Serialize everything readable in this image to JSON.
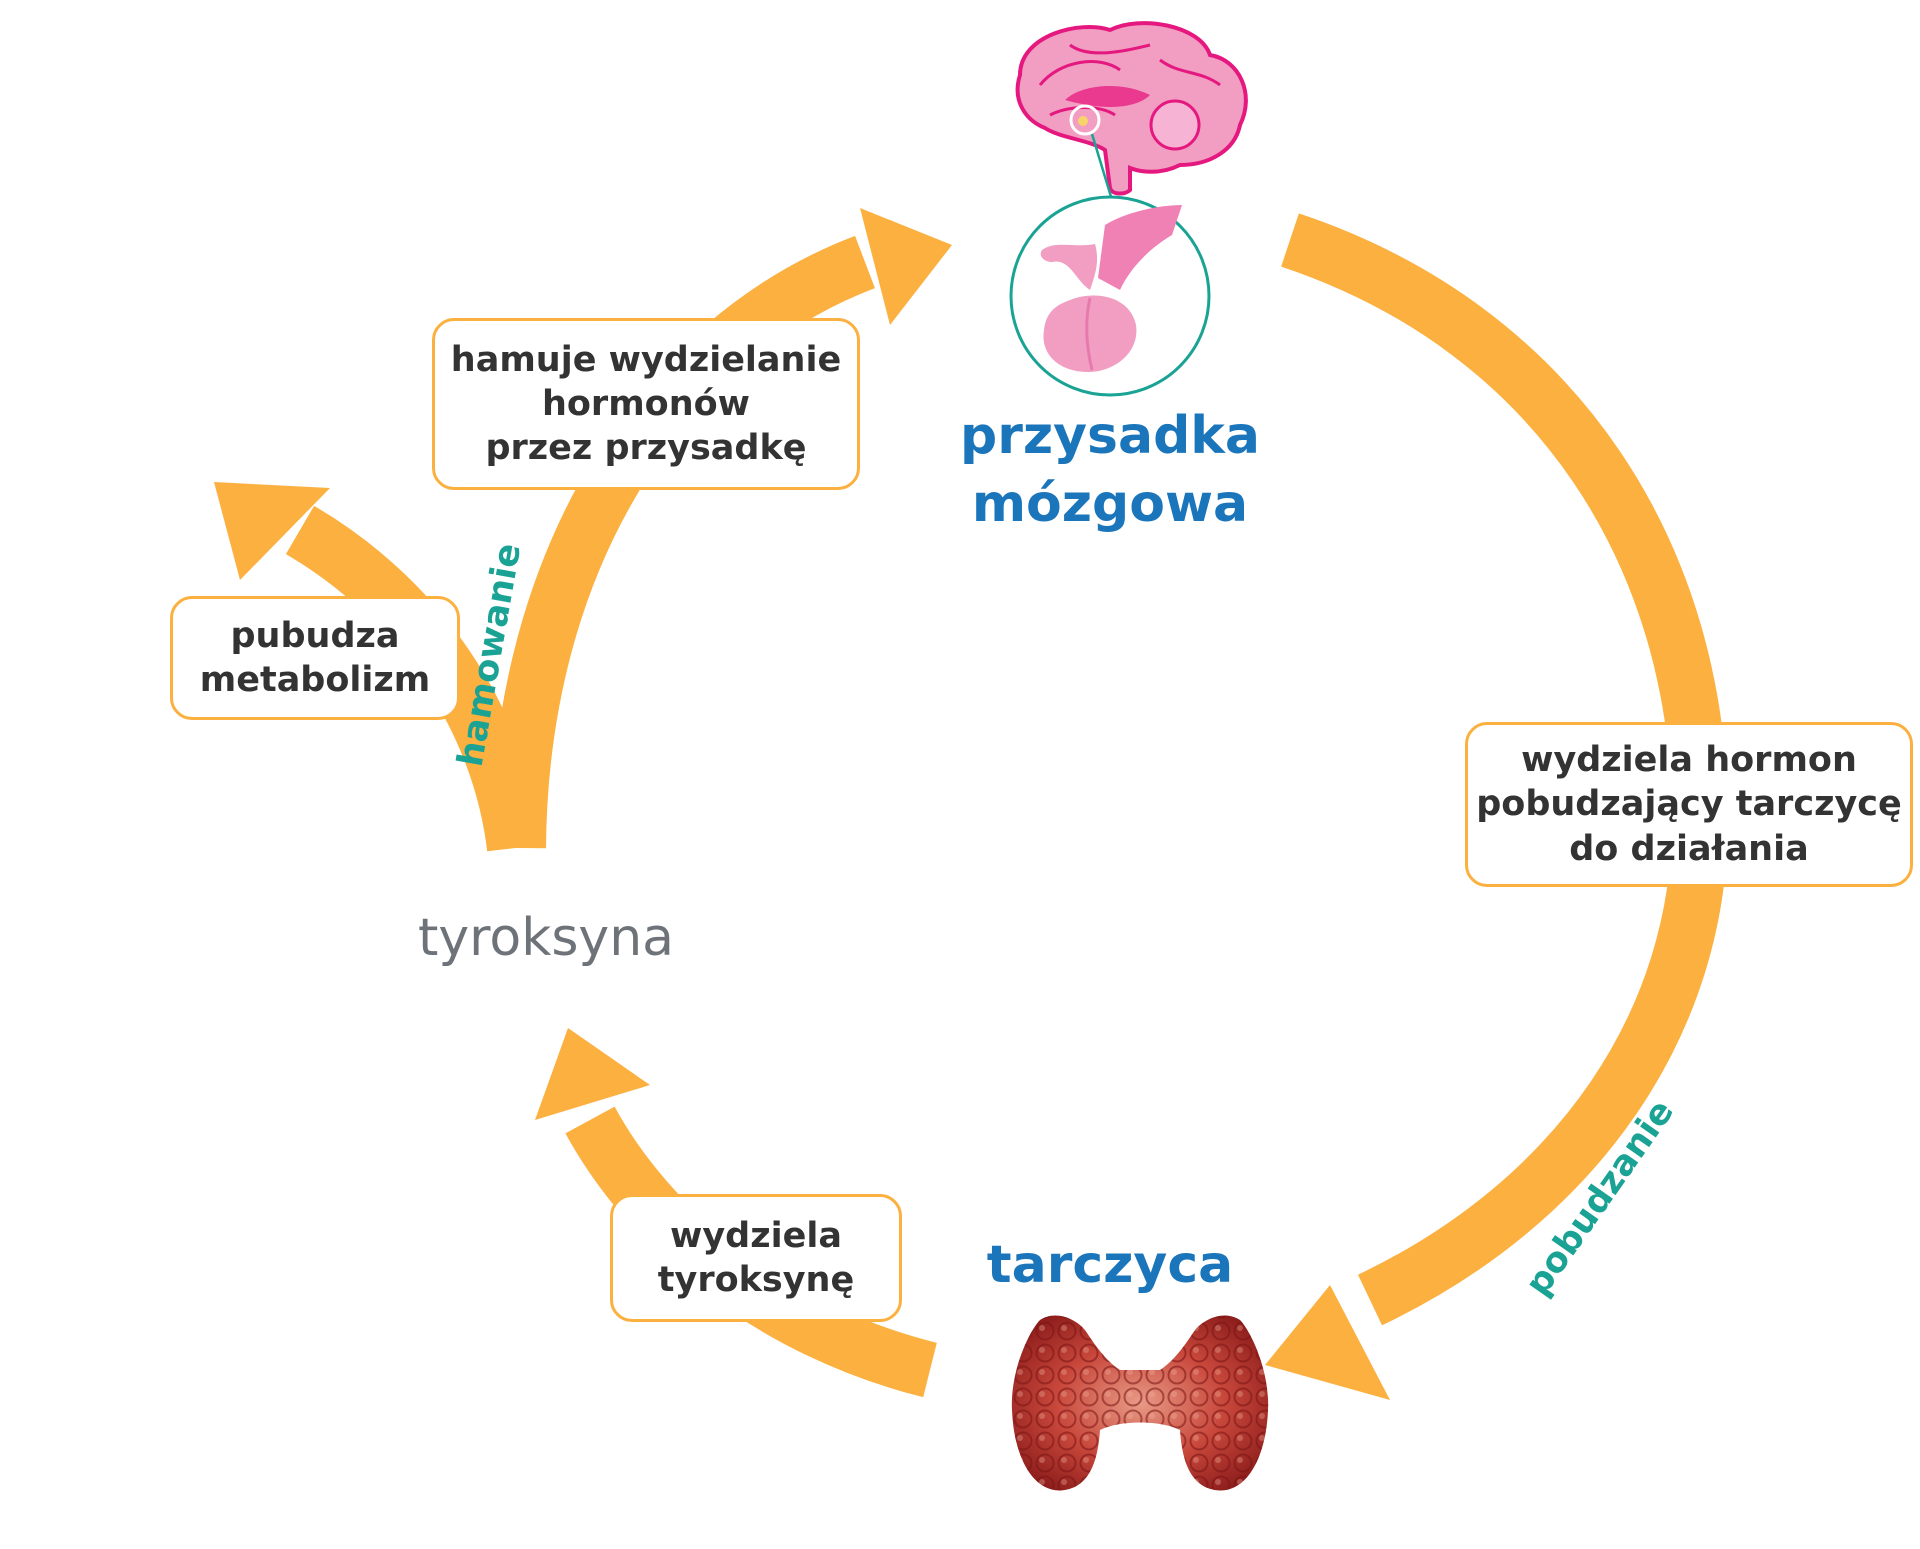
{
  "labels": {
    "pituitary_title": [
      "przysadka",
      "mózgowa"
    ],
    "thyroid_title": "tarczyca",
    "hormone": "tyroksyna",
    "inhibition": "hamowanie",
    "stimulation": "pobudzanie"
  },
  "boxes": {
    "inhibits": [
      "hamuje wydzielanie",
      "hormonów",
      "przez przysadkę"
    ],
    "metabolism": [
      "pubudza",
      "metabolizm"
    ],
    "secretes_tsh": [
      "wydziela hormon",
      "pobudzający tarczycę",
      "do działania"
    ],
    "secretes_thyroxine": [
      "wydziela",
      "tyroksynę"
    ]
  },
  "colors": {
    "arrow": "#fbb040",
    "title_blue": "#1a75bb",
    "teal_label": "#1aa394",
    "hormone_grey": "#6d7378",
    "brain_pink": "#f19ec2",
    "brain_magenta": "#e5187f",
    "thyroid_red": "#c0392b"
  },
  "icons": [
    "brain-icon",
    "pituitary-gland-icon",
    "thyroid-gland-icon"
  ]
}
